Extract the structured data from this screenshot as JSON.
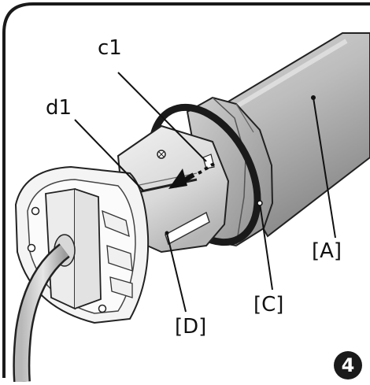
{
  "labels": {
    "c1": "c1",
    "d1": "d1",
    "A": "[A]",
    "C": "[C]",
    "D": "[D]"
  },
  "figure_number": "4",
  "colors": {
    "frame": "#1a1a1a",
    "tube_light": "#c4c4c4",
    "tube_dark": "#8f8f8f",
    "ring": "#1a1a1a",
    "head_white": "#f4f4f4",
    "outline": "#222222"
  }
}
